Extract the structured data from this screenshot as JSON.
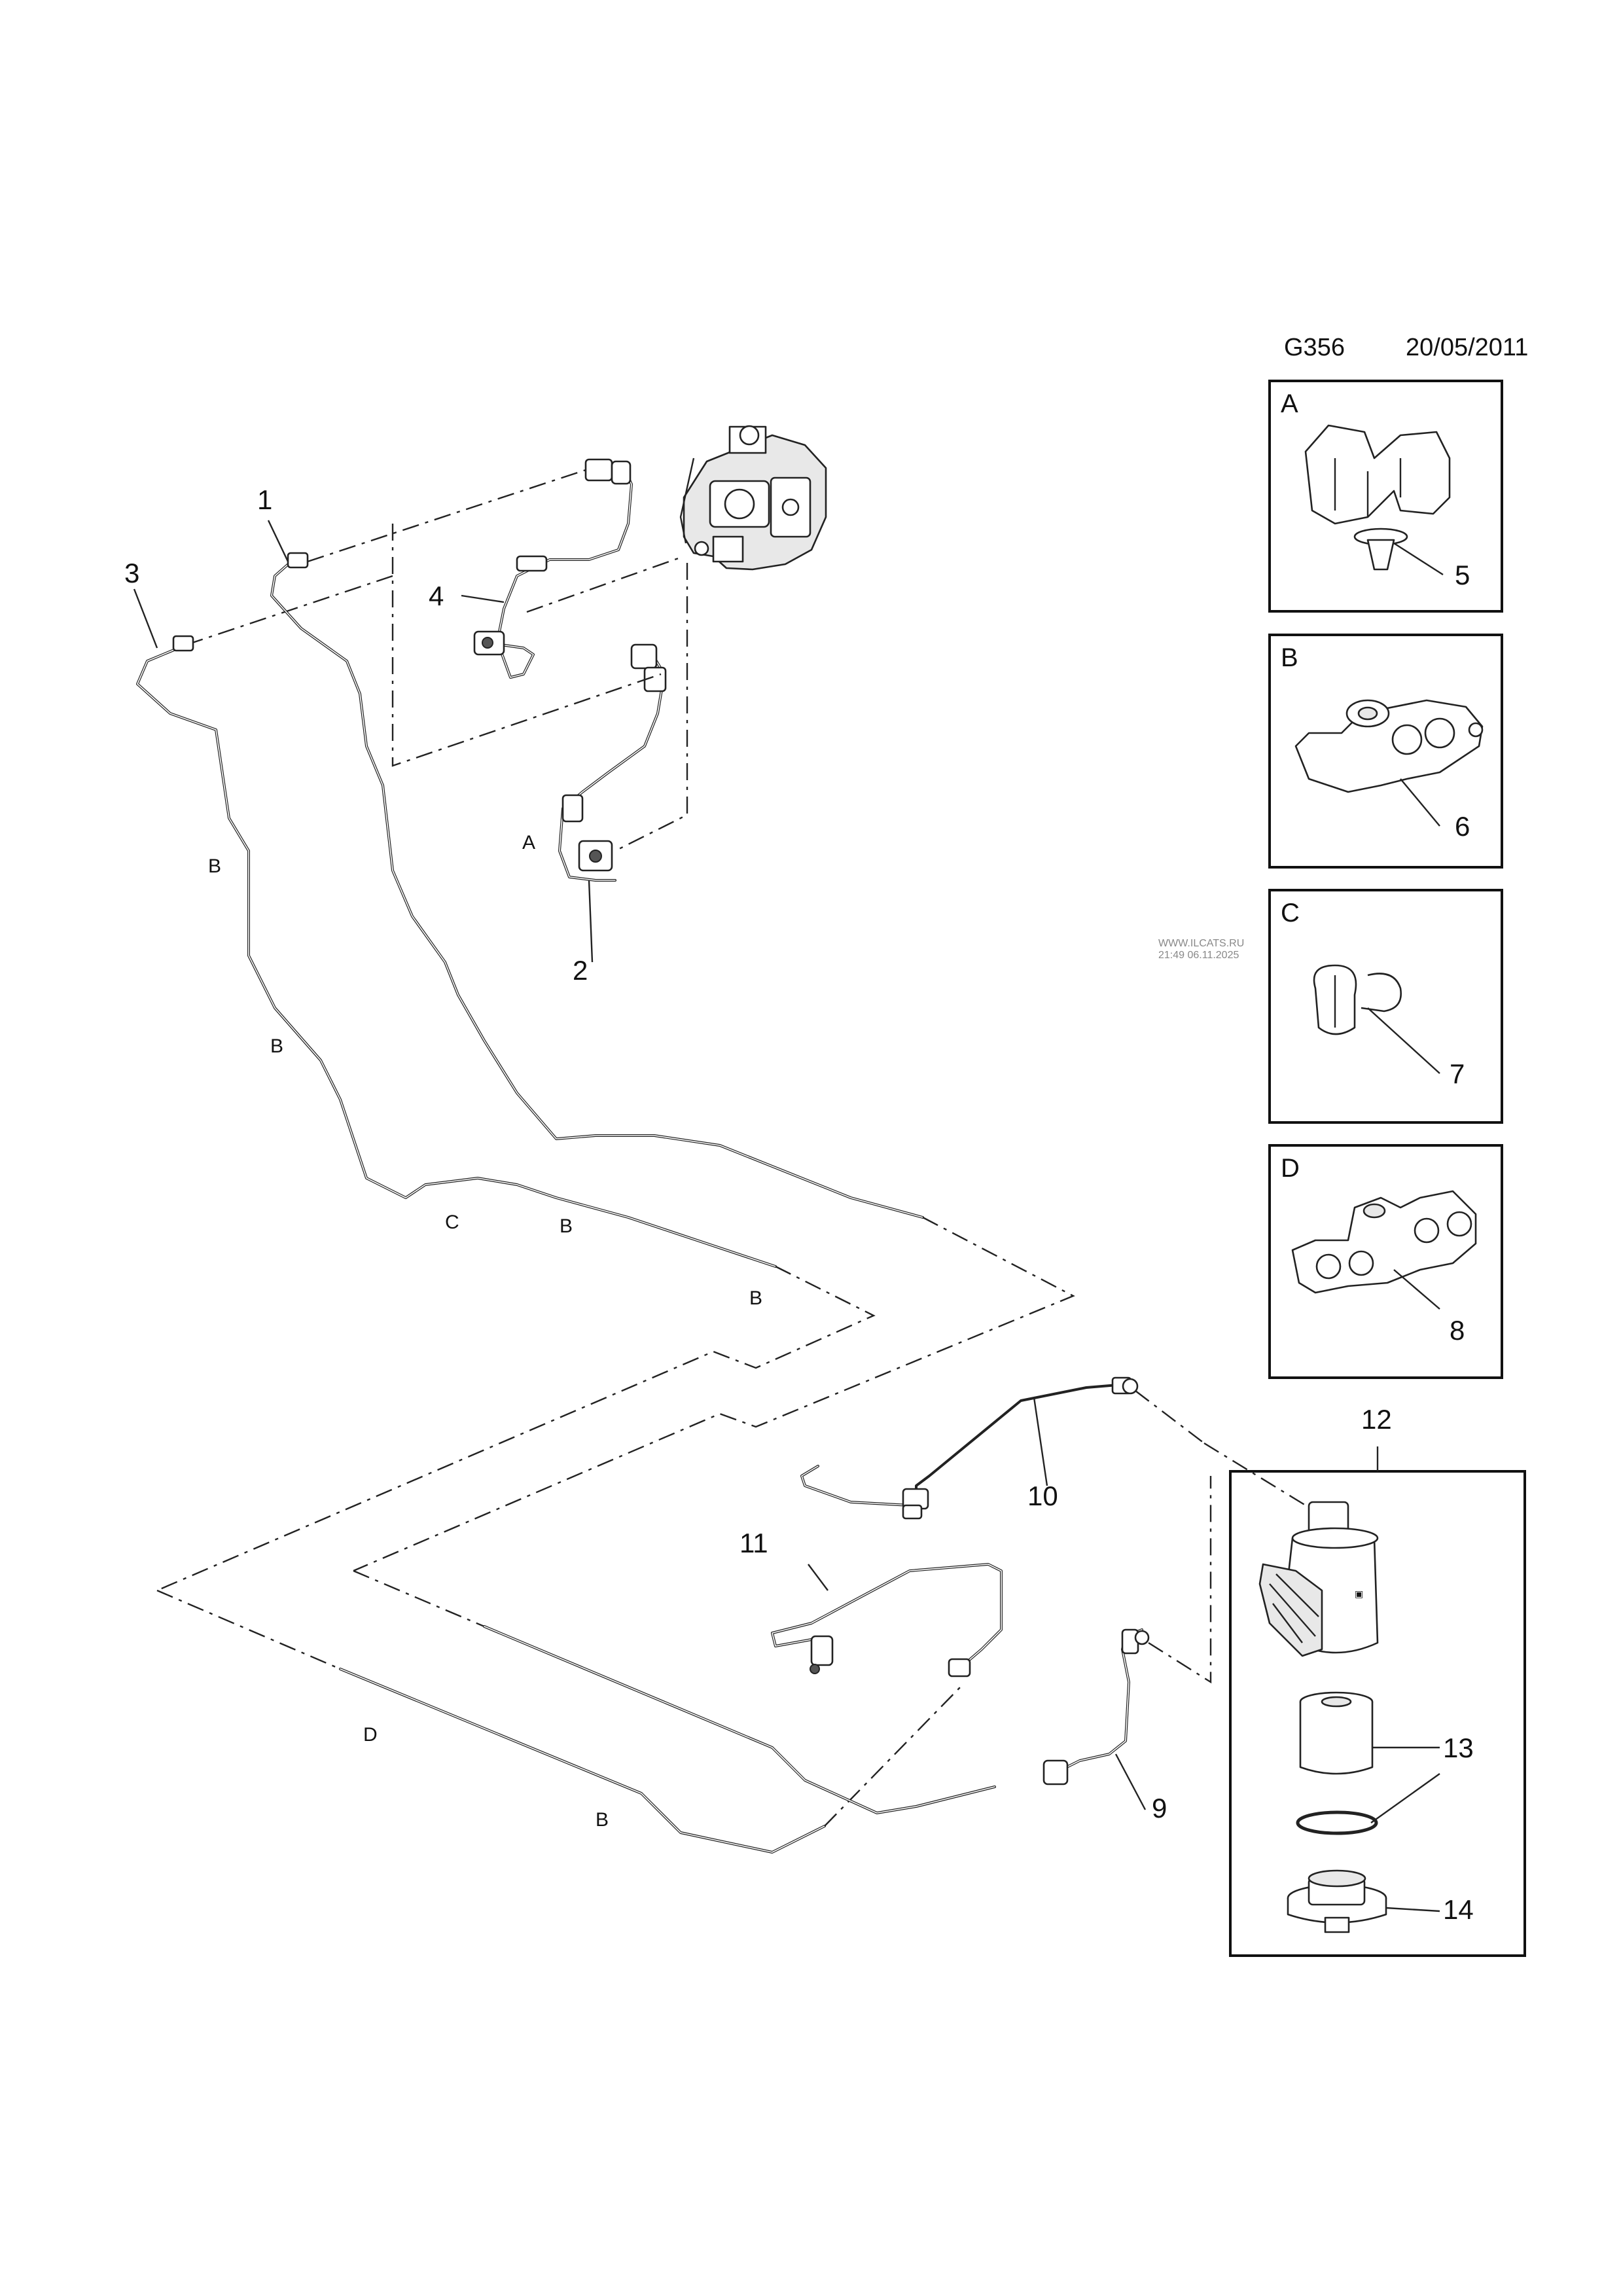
{
  "header": {
    "code": "G356",
    "date": "20/05/2011"
  },
  "watermark": {
    "line1": "WWW.ILCATS.RU",
    "line2": "21:49 06.11.2025"
  },
  "callouts": [
    "1",
    "2",
    "3",
    "4",
    "5",
    "6",
    "7",
    "8",
    "9",
    "10",
    "11",
    "12",
    "13",
    "14"
  ],
  "clip_boxes": [
    {
      "letter": "A",
      "callout": "5"
    },
    {
      "letter": "B",
      "callout": "6"
    },
    {
      "letter": "C",
      "callout": "7"
    },
    {
      "letter": "D",
      "callout": "8"
    }
  ],
  "line_labels": [
    "A",
    "B",
    "B",
    "C",
    "B",
    "B",
    "D",
    "B"
  ]
}
